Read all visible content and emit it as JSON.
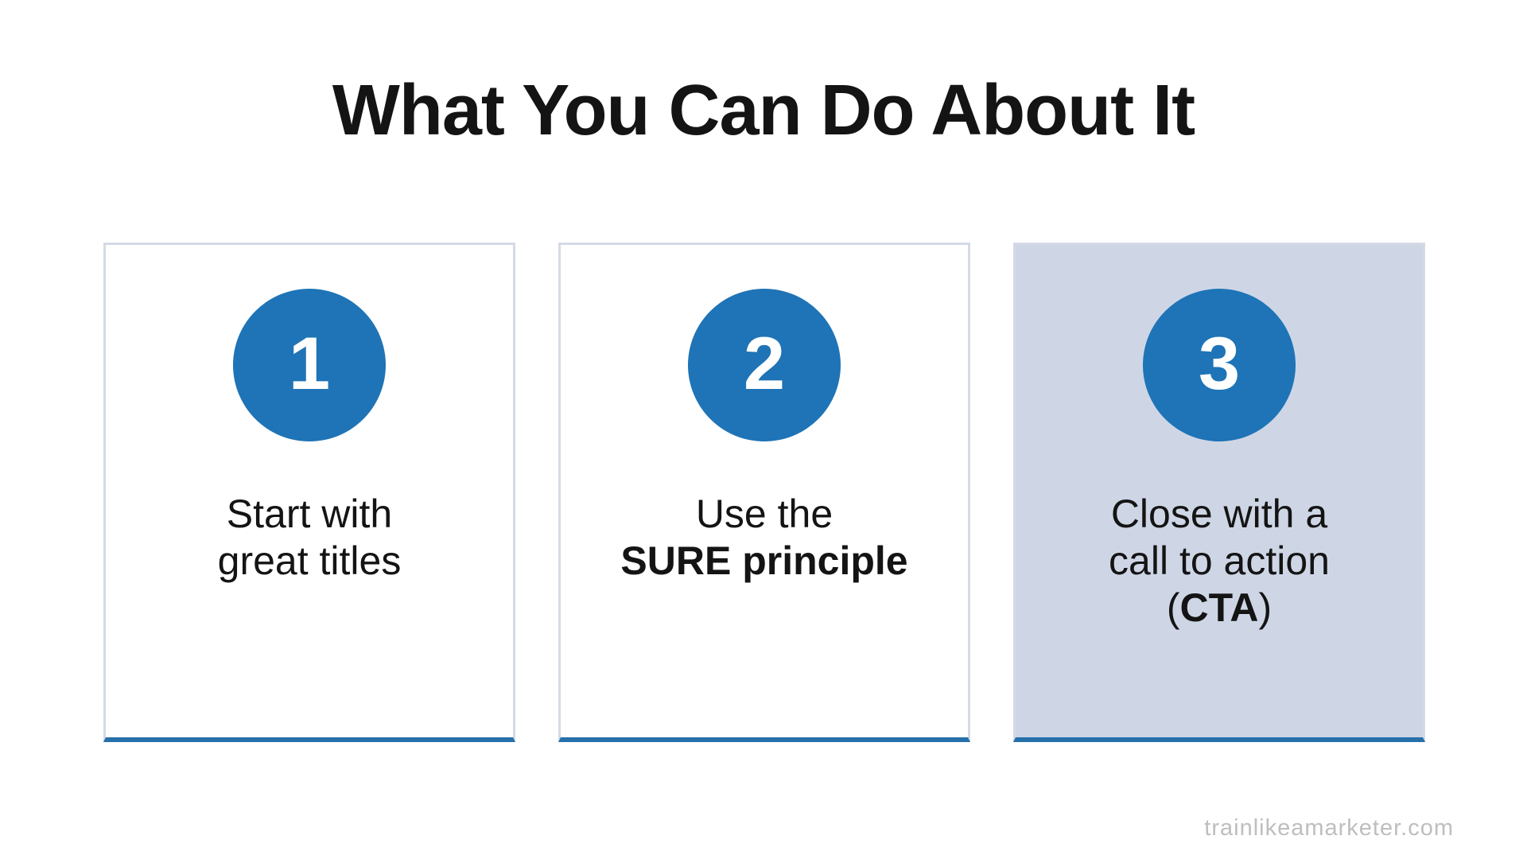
{
  "header": {
    "title": "What You Can Do About It"
  },
  "footer": {
    "watermark": "trainlikeamarketer.com"
  },
  "colors": {
    "accent-blue": "#1E74B6",
    "underline-blue": "#2670AB",
    "card-border": "#D4DAE5",
    "highlight-bg": "#CED6E6",
    "text-dark": "#141414",
    "watermark-gray": "#BEBEBE",
    "page-bg": "#FFFFFF"
  },
  "cards": [
    {
      "number": "1",
      "highlighted": false,
      "lines": [
        [
          {
            "t": "Start with",
            "b": false
          }
        ],
        [
          {
            "t": "great titles",
            "b": false
          }
        ]
      ]
    },
    {
      "number": "2",
      "highlighted": false,
      "lines": [
        [
          {
            "t": "Use the",
            "b": false
          }
        ],
        [
          {
            "t": "SURE principle",
            "b": true
          }
        ]
      ]
    },
    {
      "number": "3",
      "highlighted": true,
      "lines": [
        [
          {
            "t": "Close with a",
            "b": false
          }
        ],
        [
          {
            "t": "call to action",
            "b": false
          }
        ],
        [
          {
            "t": "(",
            "b": false
          },
          {
            "t": "CTA",
            "b": true
          },
          {
            "t": ")",
            "b": false
          }
        ]
      ]
    }
  ]
}
